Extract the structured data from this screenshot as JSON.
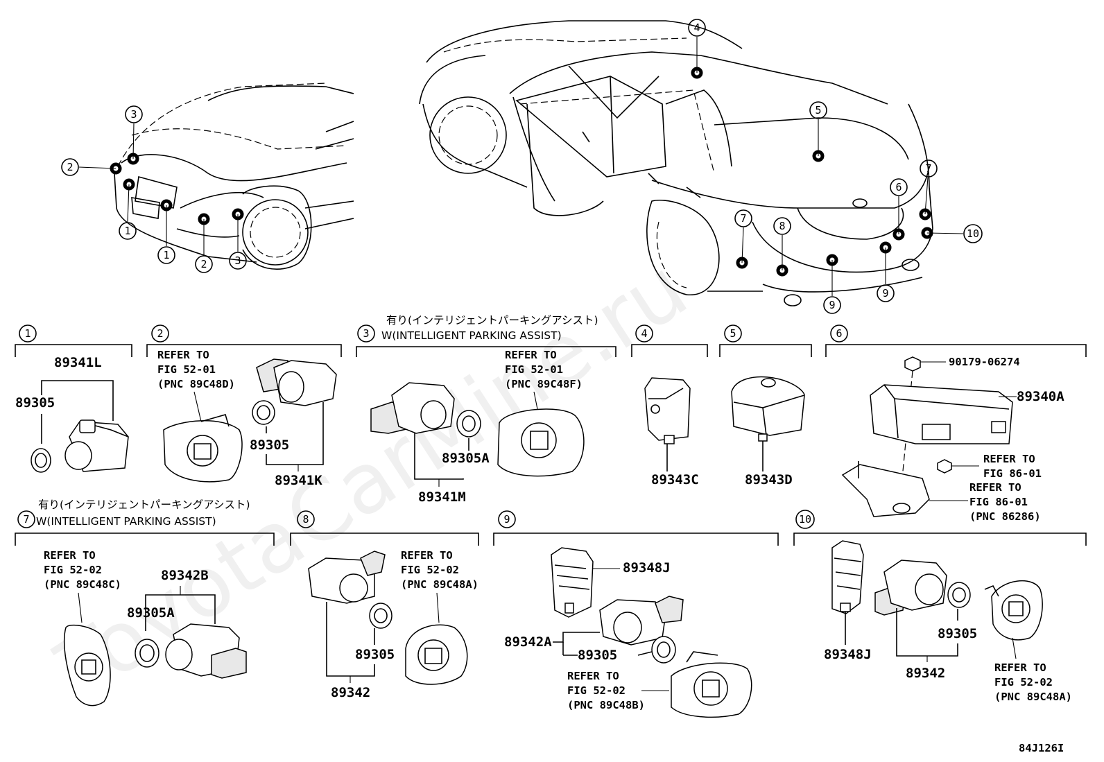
{
  "diagram_id": "84J126I",
  "watermark": "ToyotaCarMine.ru",
  "sensor_callouts": [
    "1",
    "2",
    "3",
    "4",
    "5",
    "6",
    "7",
    "8",
    "9",
    "10"
  ],
  "option_note": {
    "jp": "有り(インテリジェントパーキングアシスト)",
    "en": "W(INTELLIGENT PARKING ASSIST)"
  },
  "sections": {
    "s1": {
      "num": "1",
      "parts": [
        "89341L",
        "89305"
      ]
    },
    "s2": {
      "num": "2",
      "refer": [
        "REFER TO",
        "FIG 52-01",
        "(PNC 89C48D)"
      ],
      "parts": [
        "89305",
        "89341K"
      ]
    },
    "s3": {
      "num": "3",
      "refer": [
        "REFER TO",
        "FIG 52-01",
        "(PNC 89C48F)"
      ],
      "parts": [
        "89305A",
        "89341M"
      ]
    },
    "s4": {
      "num": "4",
      "parts": [
        "89343C"
      ]
    },
    "s5": {
      "num": "5",
      "parts": [
        "89343D"
      ]
    },
    "s6": {
      "num": "6",
      "parts": [
        "90179-06274",
        "89340A"
      ],
      "refer_a": [
        "REFER TO",
        "FIG 86-01"
      ],
      "refer_b": [
        "REFER TO",
        "FIG 86-01",
        "(PNC 86286)"
      ]
    },
    "s7": {
      "num": "7",
      "refer": [
        "REFER TO",
        "FIG 52-02",
        "(PNC 89C48C)"
      ],
      "parts": [
        "89342B",
        "89305A"
      ]
    },
    "s8": {
      "num": "8",
      "refer": [
        "REFER TO",
        "FIG 52-02",
        "(PNC 89C48A)"
      ],
      "parts": [
        "89305",
        "89342"
      ]
    },
    "s9": {
      "num": "9",
      "refer": [
        "REFER TO",
        "FIG 52-02",
        "(PNC 89C48B)"
      ],
      "parts": [
        "89348J",
        "89342A",
        "89305"
      ]
    },
    "s10": {
      "num": "10",
      "refer": [
        "REFER TO",
        "FIG 52-02",
        "(PNC 89C48A)"
      ],
      "parts": [
        "89348J",
        "89305",
        "89342"
      ]
    }
  }
}
